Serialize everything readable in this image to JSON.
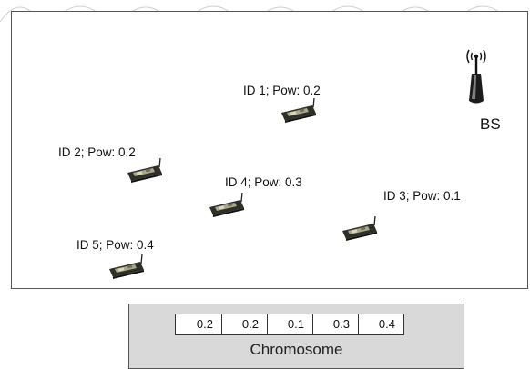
{
  "base_station": {
    "label": "BS",
    "icon": "antenna-tower-icon"
  },
  "nodes": [
    {
      "label": "ID 1; Pow: 0.2",
      "icon": "sensor-board-icon"
    },
    {
      "label": "ID 2; Pow: 0.2",
      "icon": "sensor-board-icon"
    },
    {
      "label": "ID 3; Pow: 0.1",
      "icon": "sensor-board-icon"
    },
    {
      "label": "ID 4; Pow: 0.3",
      "icon": "sensor-board-icon"
    },
    {
      "label": "ID 5; Pow: 0.4",
      "icon": "sensor-board-icon"
    }
  ],
  "chromosome": {
    "label": "Chromosome",
    "genes": [
      "0.2",
      "0.2",
      "0.1",
      "0.3",
      "0.4"
    ]
  },
  "colors": {
    "board": "#3a3a34",
    "chromosome_panel": "#d9d9d9",
    "border": "#555555"
  }
}
